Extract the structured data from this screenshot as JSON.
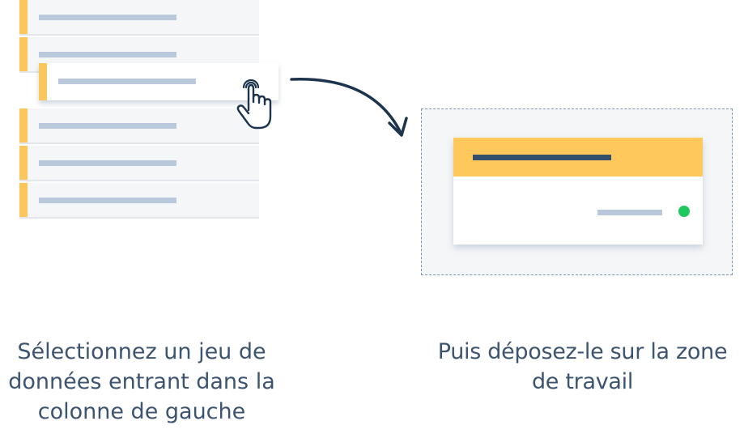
{
  "step_select": {
    "caption_lines": [
      "Sélectionnez un jeu de",
      "données entrant dans la",
      "colonne de gauche"
    ]
  },
  "step_drop": {
    "caption_lines": [
      "Puis déposez-le sur la zone",
      "de travail"
    ]
  },
  "icons": {
    "pointer": "hand-pointer-icon",
    "arrow": "curved-arrow-icon",
    "status": "status-dot-green"
  },
  "colors": {
    "accent_yellow": "#fbc75c",
    "placeholder_bar": "#b9c8da",
    "title_bar": "#35506d",
    "text": "#3d5470",
    "status_green": "#1dc95c",
    "dropzone_border": "#7f95b0",
    "panel_bg": "#f5f6f8"
  }
}
